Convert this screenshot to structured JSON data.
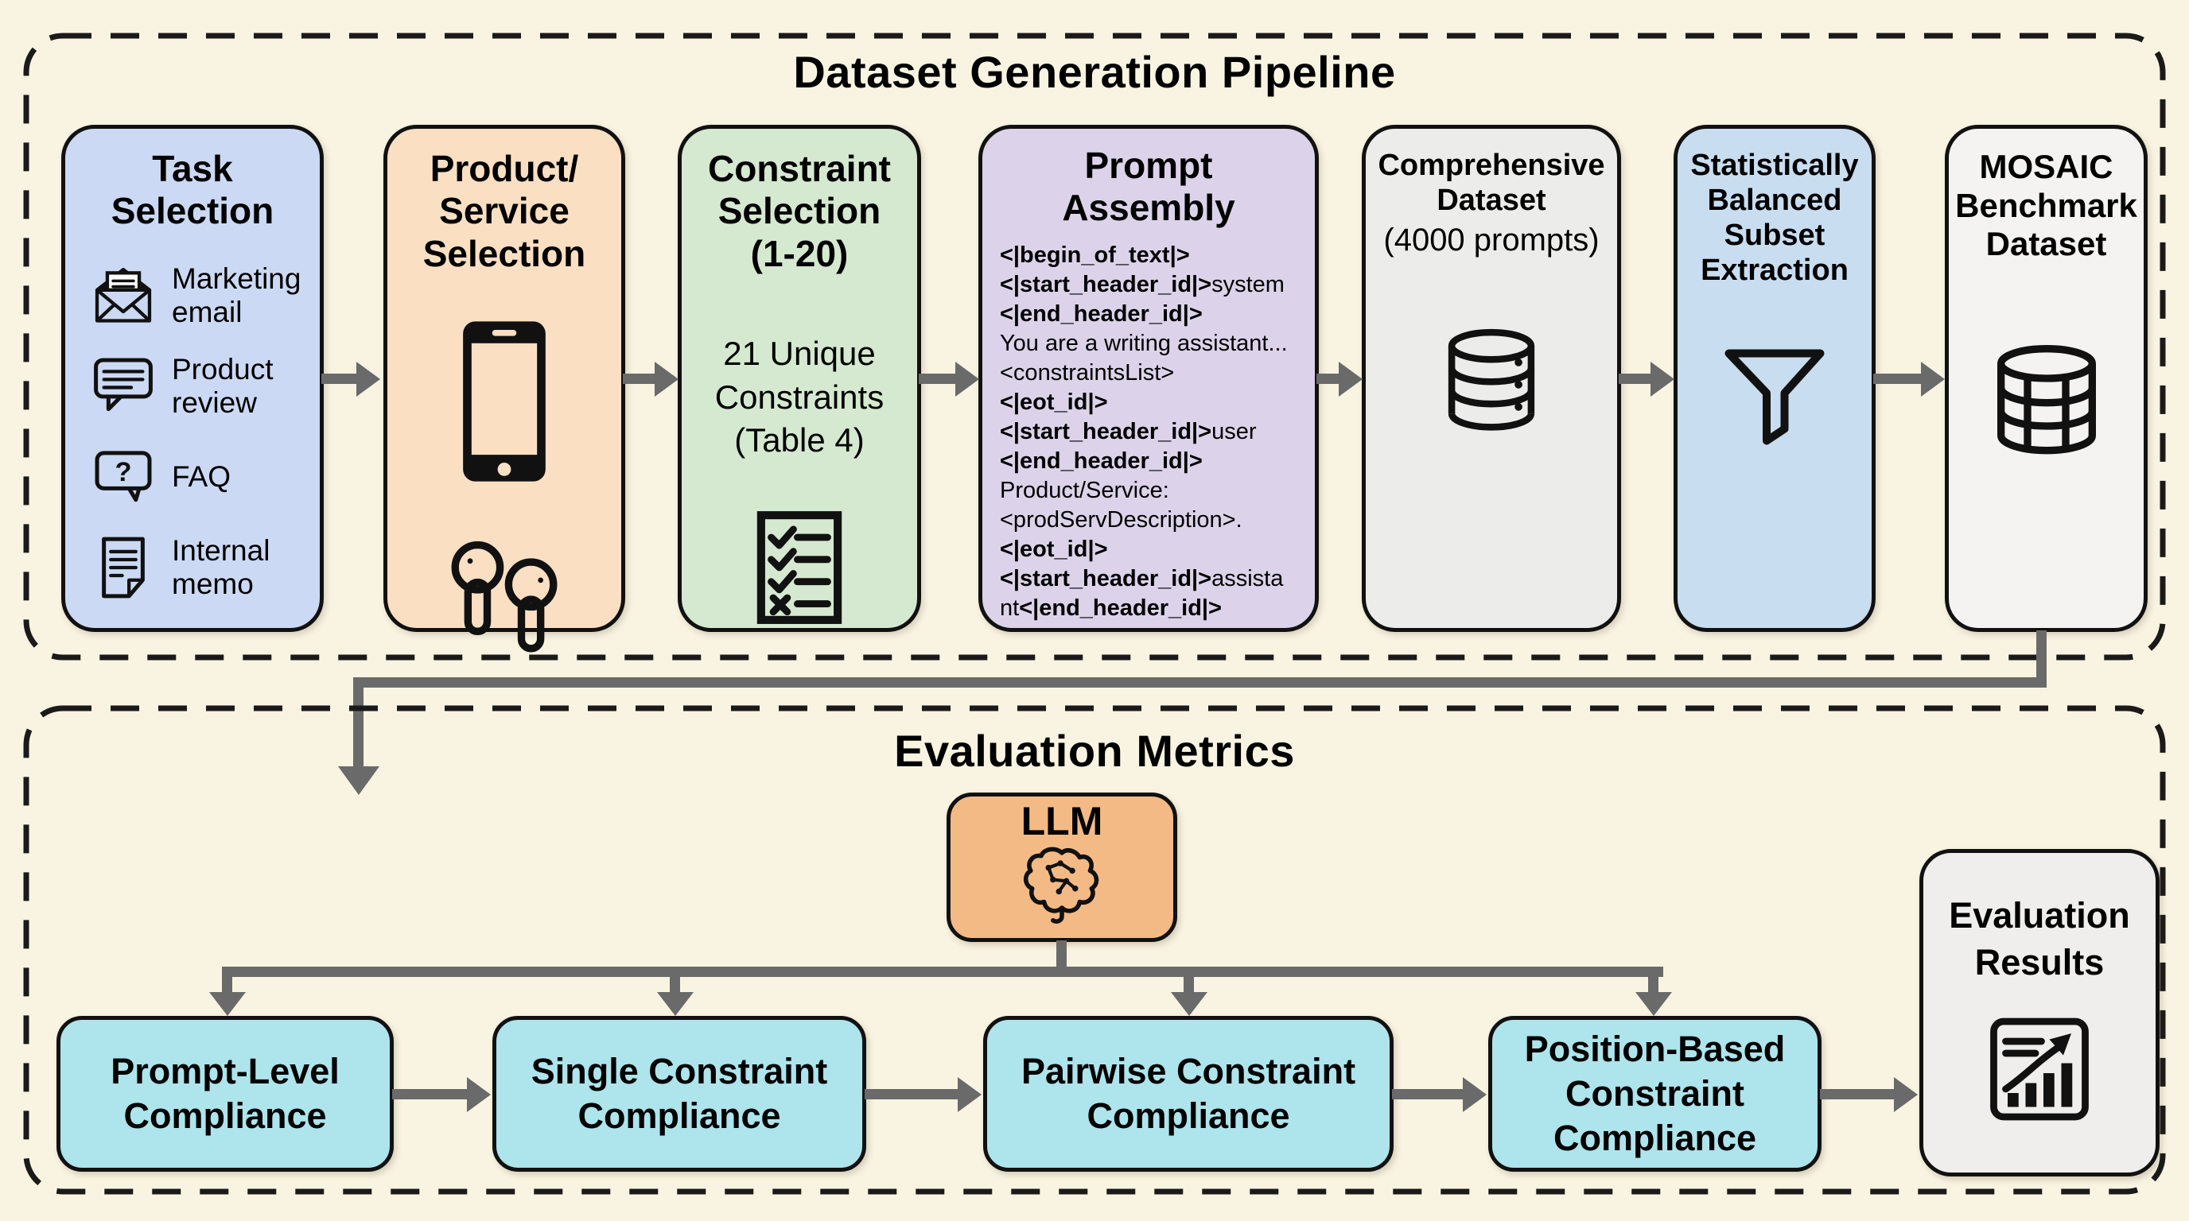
{
  "colors": {
    "page_bg": "#f9f4e1",
    "border": "#111111",
    "arrow": "#6a6a6a",
    "task_bg": "#ccd9f4",
    "product_bg": "#fbdfc3",
    "constraint_bg": "#d5e8d0",
    "prompt_bg": "#dcd3ea",
    "dataset_bg": "#ececea",
    "subset_bg": "#c9ddf0",
    "mosaic_bg": "#f4f3f1",
    "llm_bg": "#f4ba85",
    "metric_bg": "#aee4ec",
    "results_bg": "#efeeec"
  },
  "pipeline": {
    "title": "Dataset Generation Pipeline",
    "boxes": {
      "task": {
        "title": "Task Selection",
        "items": [
          {
            "icon": "open-email-icon",
            "label": "Marketing email"
          },
          {
            "icon": "review-bubble-icon",
            "label": "Product review"
          },
          {
            "icon": "faq-bubble-icon",
            "label": "FAQ"
          },
          {
            "icon": "memo-document-icon",
            "label": "Internal memo"
          }
        ]
      },
      "product": {
        "title": "Product/ Service Selection"
      },
      "constraint": {
        "title": "Constraint Selection (1-20)",
        "body": "21 Unique Constraints (Table 4)"
      },
      "prompt": {
        "title": "Prompt Assembly",
        "lines": [
          [
            [
              "b",
              "<|begin_of_text|>"
            ]
          ],
          [
            [
              "b",
              "<|start_header_id|>"
            ],
            [
              "n",
              "system"
            ]
          ],
          [
            [
              "b",
              "<|end_header_id|>"
            ]
          ],
          [
            [
              "n",
              "You are a writing assistant..."
            ]
          ],
          [
            [
              "n",
              "<constraintsList>"
            ]
          ],
          [
            [
              "b",
              "<|eot_id|>"
            ]
          ],
          [
            [
              "b",
              "<|start_header_id|>"
            ],
            [
              "n",
              "user"
            ]
          ],
          [
            [
              "b",
              "<|end_header_id|>"
            ]
          ],
          [
            [
              "n",
              "Product/Service:"
            ]
          ],
          [
            [
              "n",
              "<prodServDescription>."
            ]
          ],
          [
            [
              "b",
              "<|eot_id|>"
            ]
          ],
          [
            [
              "b",
              "<|start_header_id|>"
            ],
            [
              "n",
              "assista"
            ]
          ],
          [
            [
              "n",
              "nt"
            ],
            [
              "b",
              "<|end_header_id|>"
            ]
          ]
        ]
      },
      "dataset": {
        "title": "Comprehensive Dataset",
        "subtitle": "(4000 prompts)"
      },
      "subset": {
        "title": "Statistically Balanced Subset Extraction"
      },
      "mosaic": {
        "title": "MOSAIC Benchmark Dataset"
      }
    }
  },
  "evaluation": {
    "title": "Evaluation Metrics",
    "llm": {
      "label": "LLM"
    },
    "metrics": [
      {
        "label": "Prompt-Level Compliance"
      },
      {
        "label": "Single Constraint Compliance"
      },
      {
        "label": "Pairwise Constraint Compliance"
      },
      {
        "label": "Position-Based Constraint Compliance"
      }
    ],
    "results": {
      "title": "Evaluation Results"
    }
  }
}
